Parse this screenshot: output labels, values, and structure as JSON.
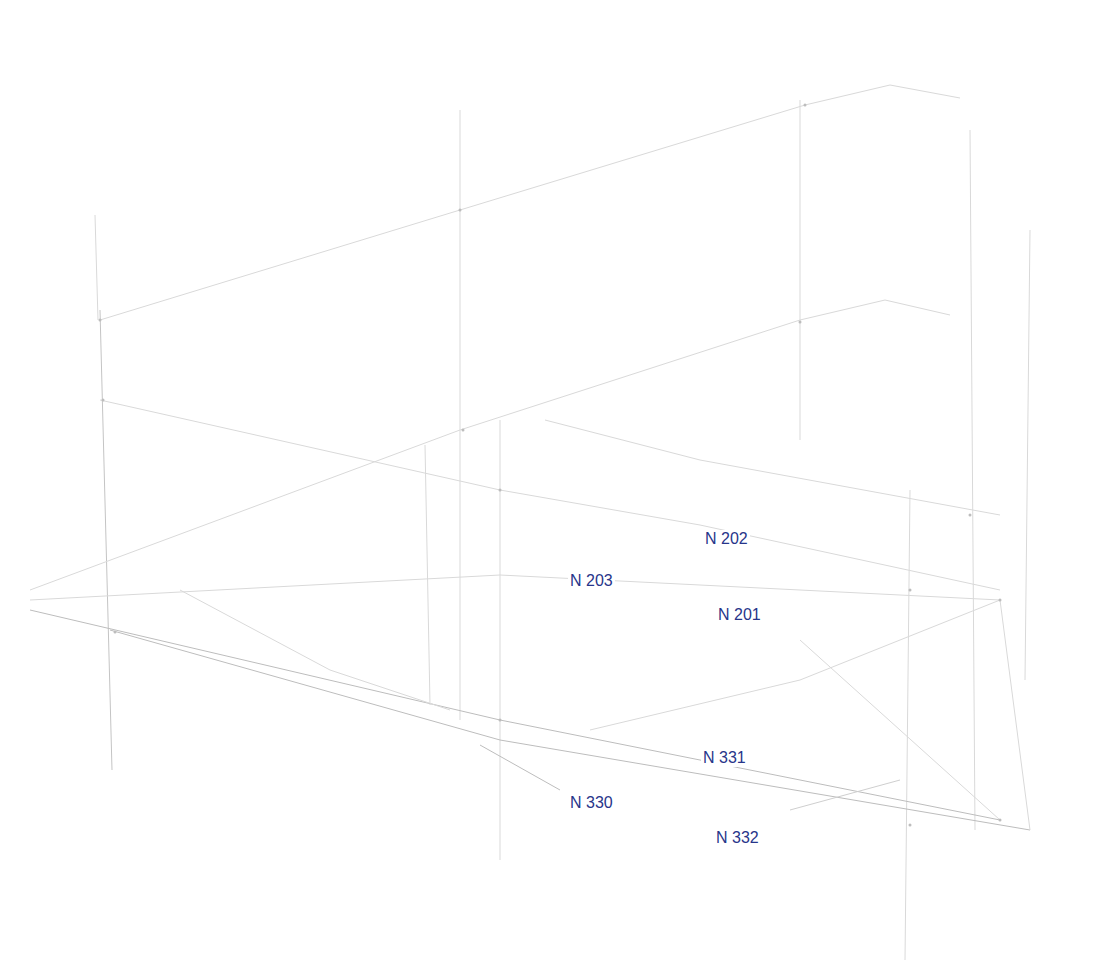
{
  "diagram": {
    "labels": [
      "N 202",
      "N 203",
      "N 201",
      "N 331",
      "N 330",
      "N 332"
    ]
  }
}
